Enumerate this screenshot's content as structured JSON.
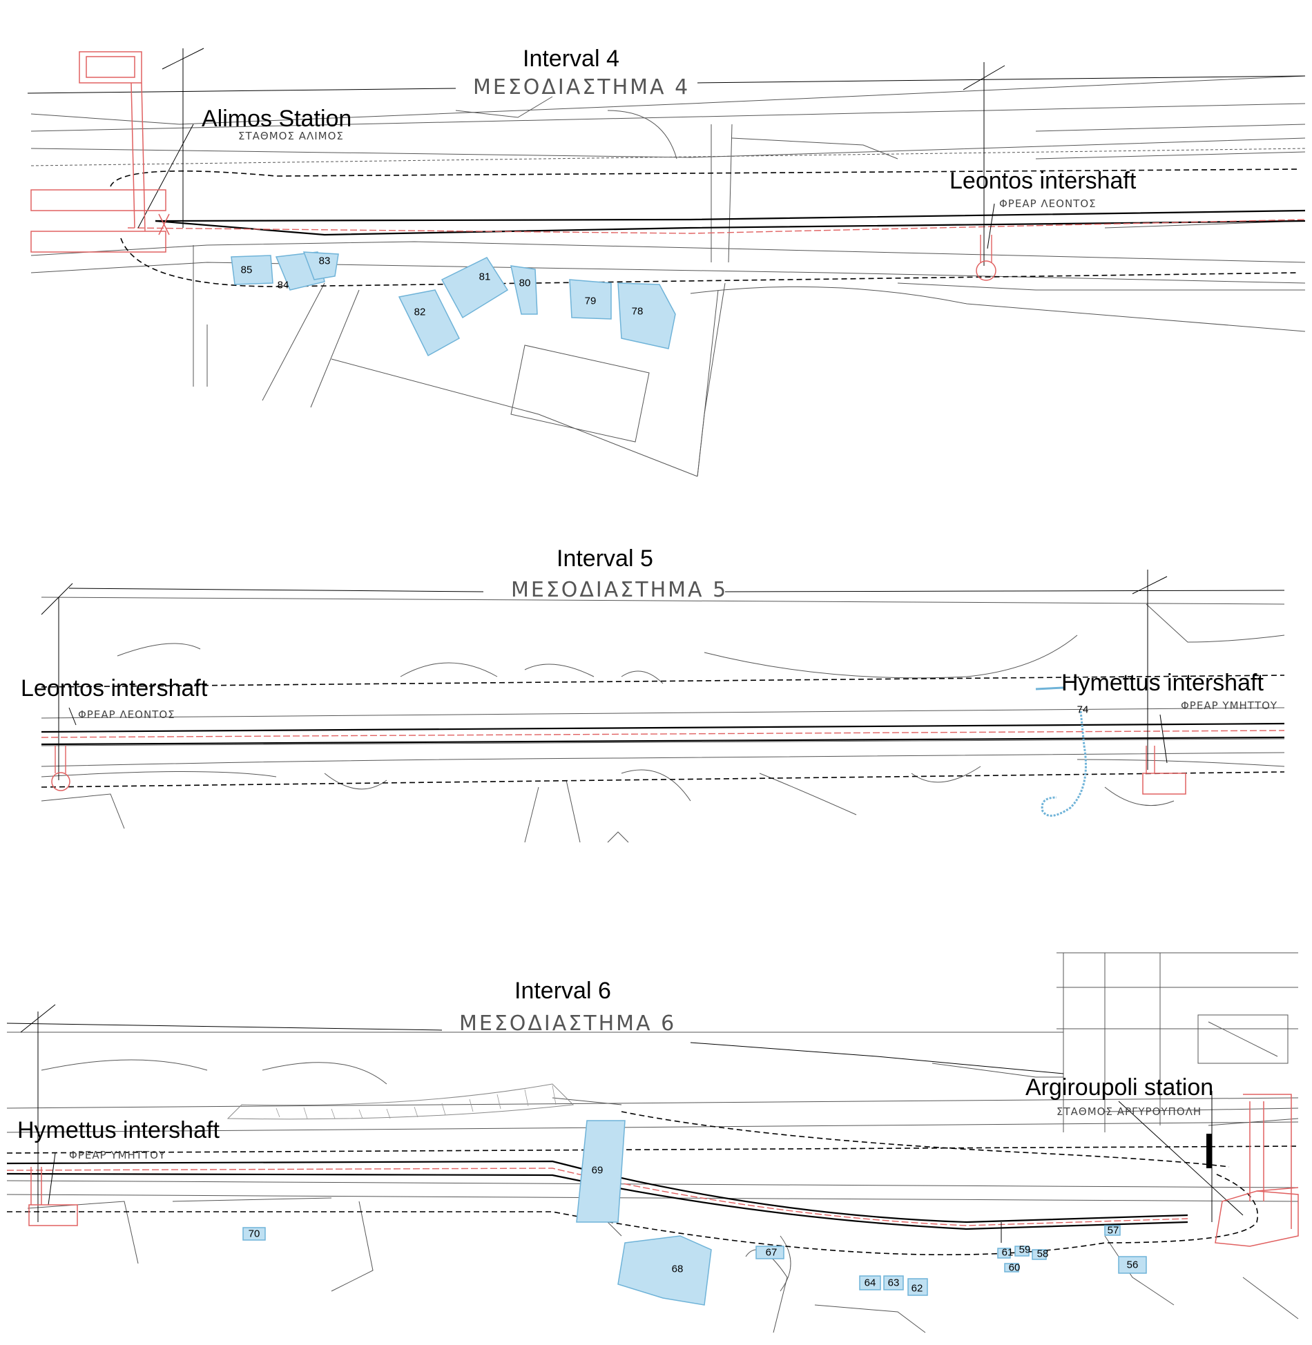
{
  "interval4": {
    "title": "Interval 4",
    "greek_title": "ΜΕΣΟΔΙΑΣΤΗΜΑ 4",
    "station_label": "Alimos Station",
    "station_greek": "ΣΤΑΘΜΟΣ ΑΛΙΜΟΣ",
    "shaft_label": "Leontos intershaft",
    "shaft_greek": "ΦΡΕΑΡ ΛΕΟΝΤΟΣ",
    "buildings": [
      "85",
      "84",
      "83",
      "82",
      "81",
      "80",
      "79",
      "78"
    ]
  },
  "interval5": {
    "title": "Interval 5",
    "greek_title": "ΜΕΣΟΔΙΑΣΤΗΜΑ 5",
    "start_label": "Leontos intershaft",
    "start_greek": "ΦΡΕΑΡ ΛΕΟΝΤΟΣ",
    "end_label": "Hymettus intershaft",
    "end_greek": "ΦΡΕΑΡ ΥΜΗΤΤΟΥ",
    "buildings": [
      "74"
    ]
  },
  "interval6": {
    "title": "Interval 6",
    "greek_title": "ΜΕΣΟΔΙΑΣΤΗΜΑ 6",
    "start_label": "Hymettus intershaft",
    "start_greek": "ΦΡΕΑΡ ΥΜΗΤΤΟΥ",
    "station_label": "Argiroupoli station",
    "station_greek": "ΣΤΑΘΜΟΣ ΑΡΓΥΡΟΥΠΟΛΗ",
    "buildings": [
      "70",
      "69",
      "68",
      "67",
      "64",
      "63",
      "62",
      "61",
      "60",
      "59",
      "58",
      "57",
      "56"
    ]
  },
  "colors": {
    "line": "#000000",
    "tunnel_red": "#e06060",
    "building_fill": "#bfe0f2",
    "building_stroke": "#6fb3d8"
  }
}
